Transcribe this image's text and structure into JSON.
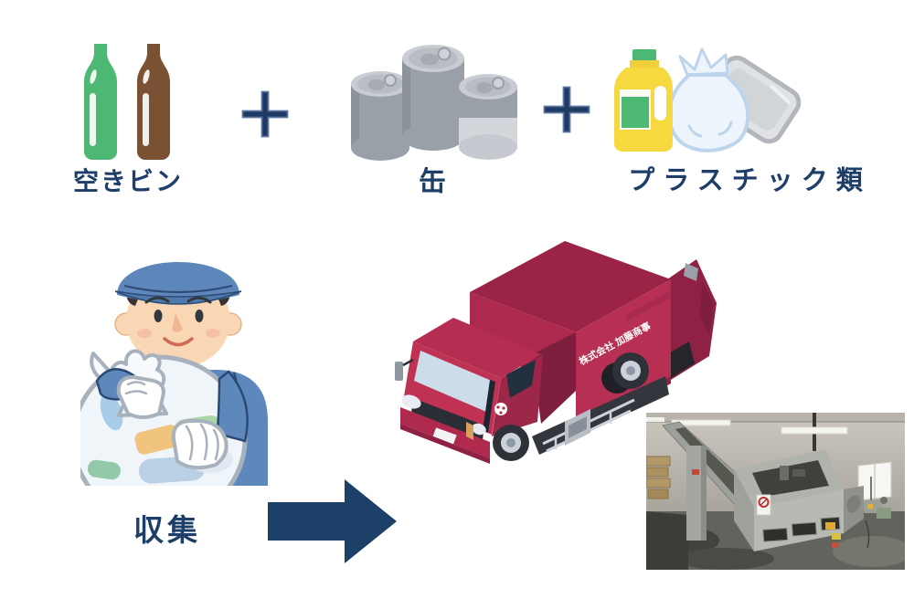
{
  "materials": {
    "plus": "+",
    "items": [
      {
        "icon": "empty-bottles-icon",
        "label": "空きビン"
      },
      {
        "icon": "cans-icon",
        "label": "缶"
      },
      {
        "icon": "plastics-icon",
        "label": "プラスチック類"
      }
    ]
  },
  "collection_step": {
    "label": "収集",
    "truck_company": "株式会社 加藤商事"
  },
  "colors": {
    "accent_navy": "#1d3e68",
    "truck_red": "#b52e52",
    "bottle_green": "#4db873",
    "bottle_brown": "#7a5233",
    "can_gray": "#9aa0a8",
    "plastic_yellow": "#f6d83f",
    "worker_blue": "#5e88bb"
  }
}
